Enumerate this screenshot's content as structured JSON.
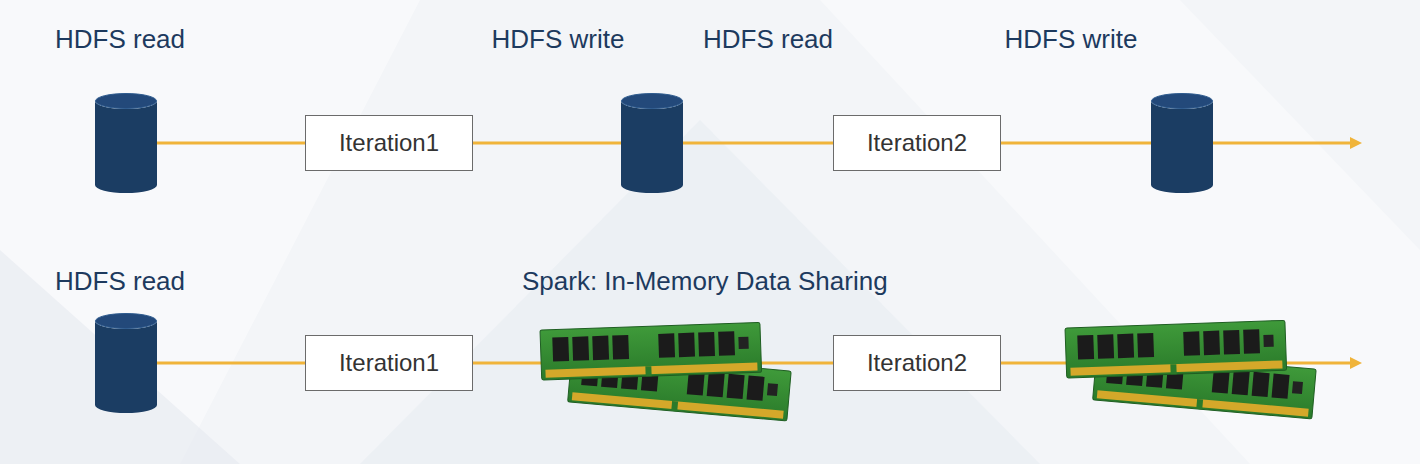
{
  "diagram": {
    "nodes": [
      {
        "text": [
          "HDFS read"
        ]
      },
      {
        "text": [
          "Iteration1"
        ]
      },
      {
        "text": [
          "HDFS write",
          "HDFS read"
        ]
      },
      {
        "text": [
          "Iteration2"
        ]
      },
      {
        "text": [
          "HDFS write"
        ]
      },
      {
        "text": [
          "HDFS read"
        ]
      },
      {
        "text": [
          "Iteration1"
        ]
      },
      {
        "text": [
          "Iteration2"
        ]
      }
    ],
    "edges": [
      {
        "from": 0,
        "to": 1,
        "arrow": "none"
      },
      {
        "from": 1,
        "to": 2,
        "arrow": "none"
      },
      {
        "from": 2,
        "to": 3,
        "arrow": "none"
      },
      {
        "from": 3,
        "to": 4,
        "arrow": "none"
      },
      {
        "from": 5,
        "to": 6,
        "arrow": "none"
      },
      {
        "from": 6,
        "to": 7,
        "arrow": "none"
      }
    ],
    "labels": [
      "Spark: In-Memory Data Sharing"
    ]
  }
}
